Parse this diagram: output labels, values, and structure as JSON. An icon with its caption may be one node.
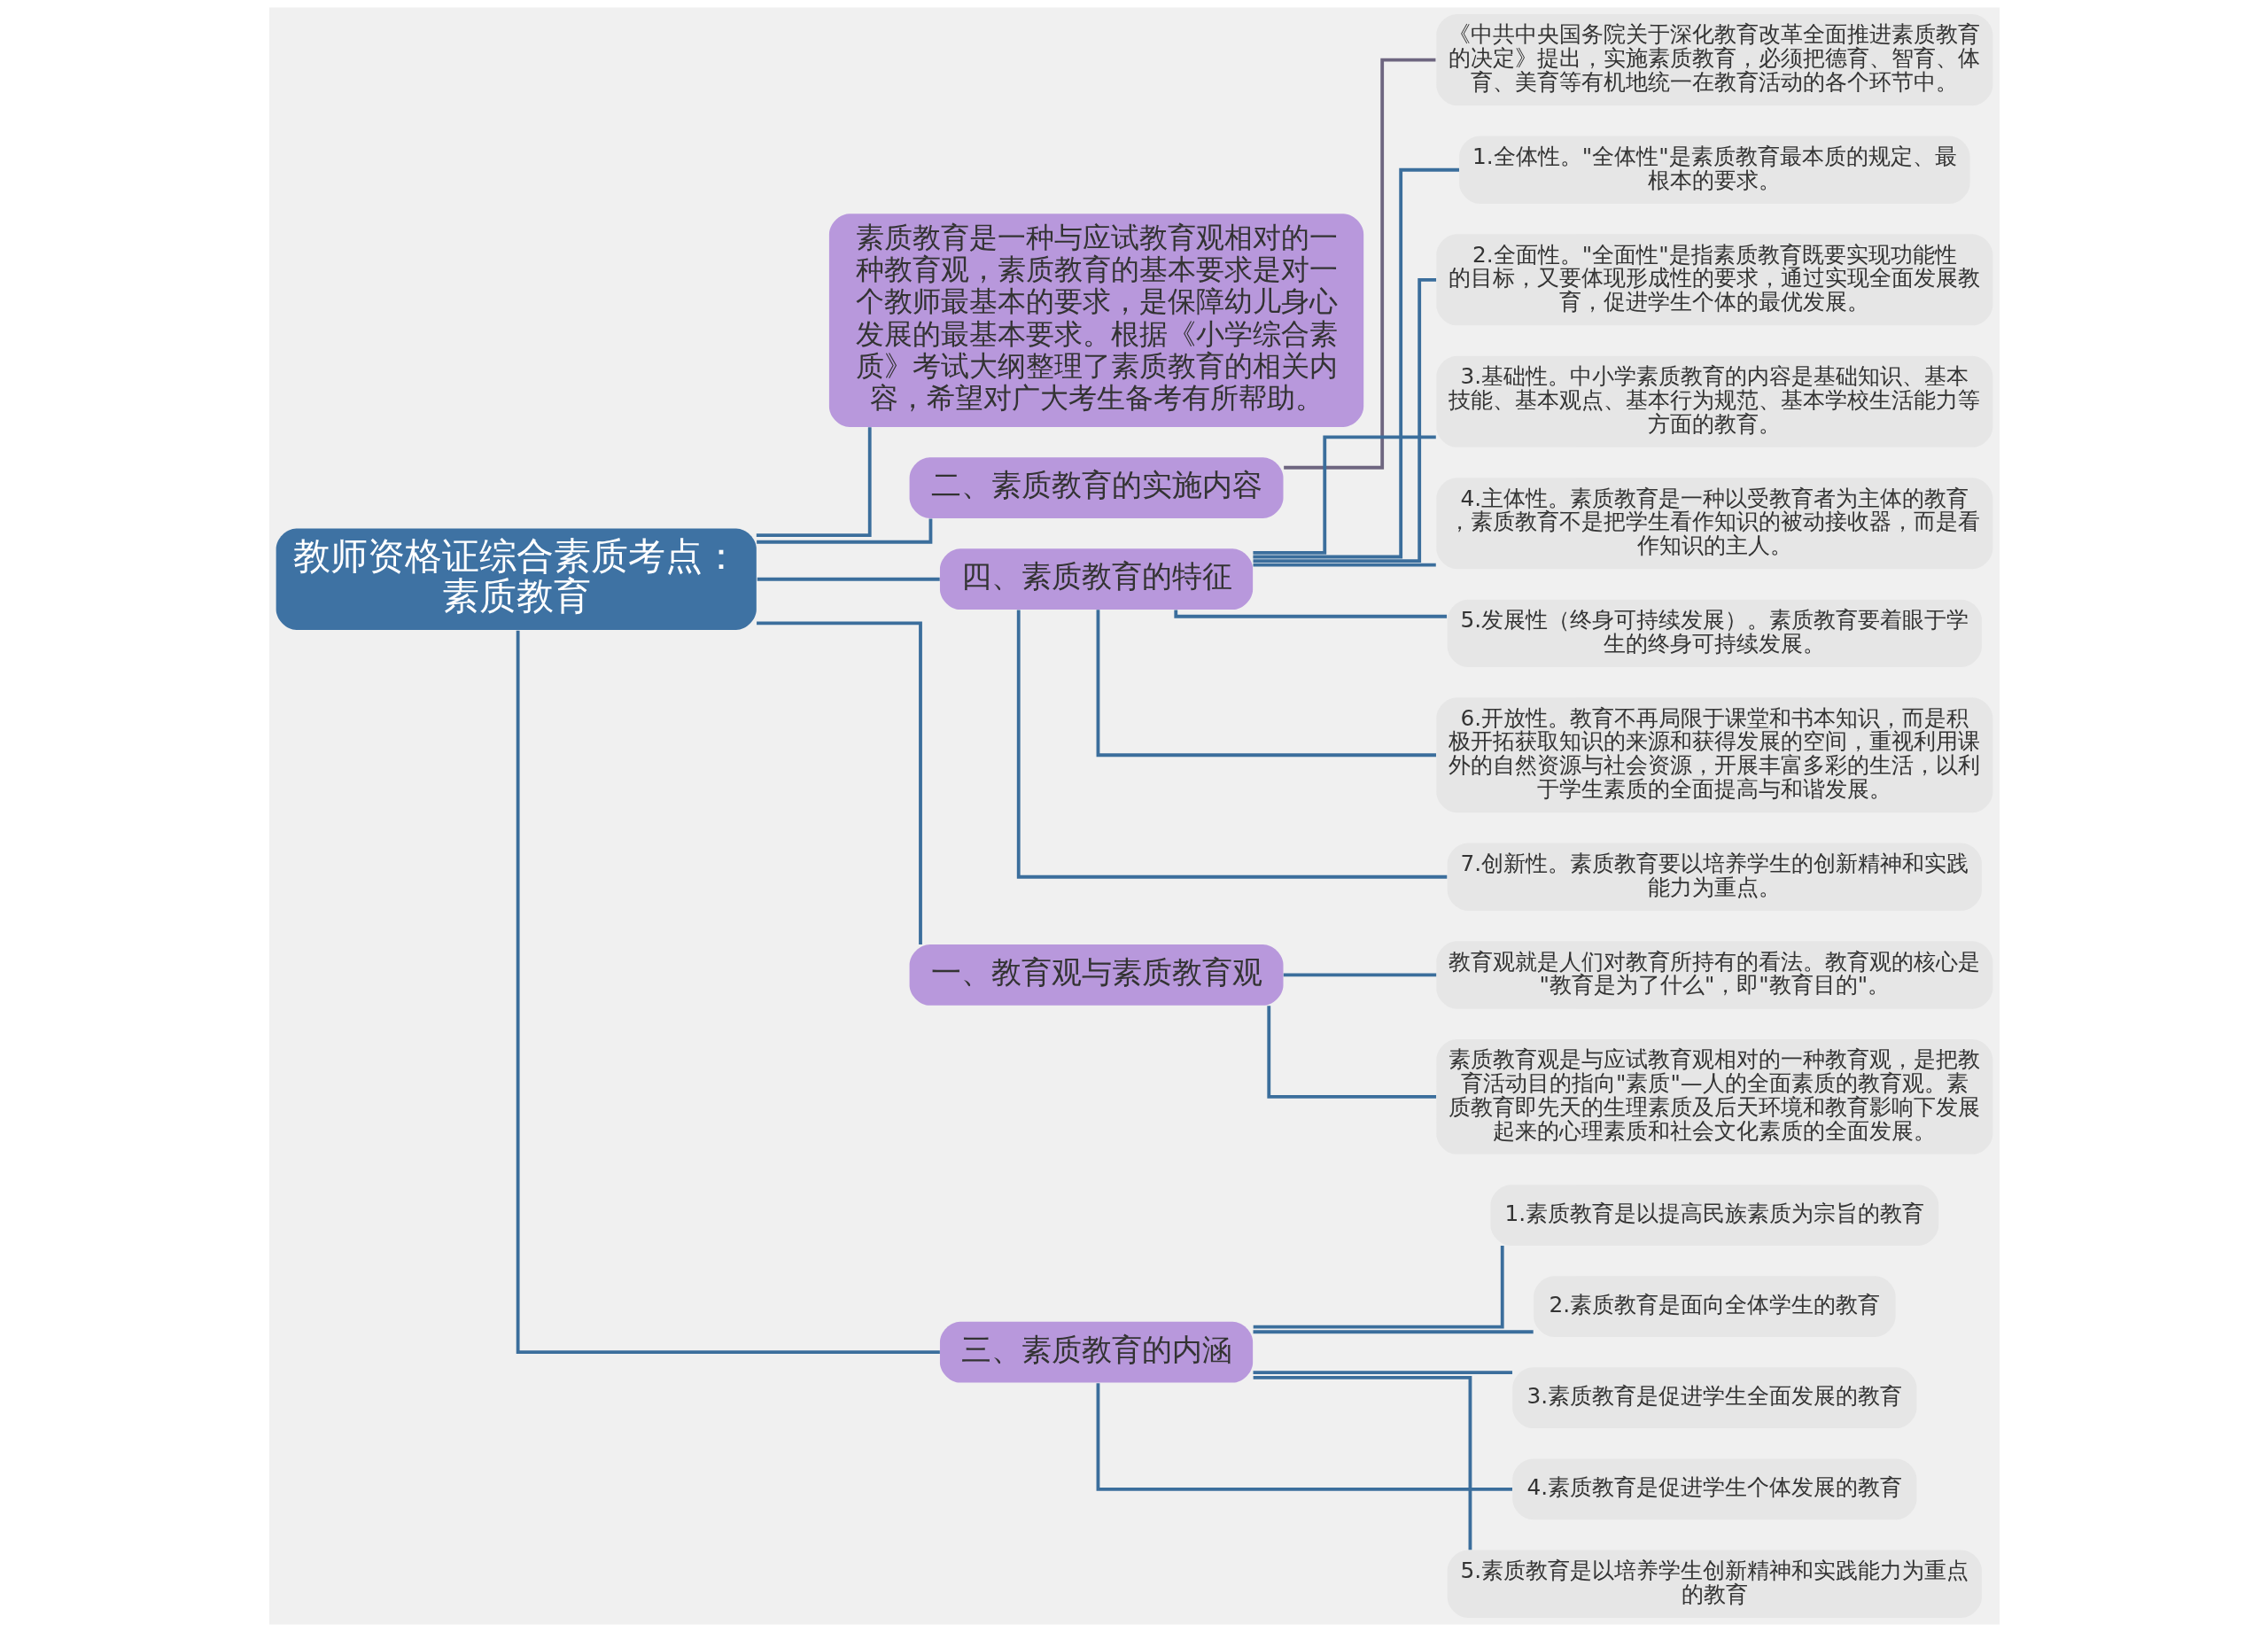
{
  "diagram": {
    "nodes": [
      {
        "text": [
          "教师资格证综合素质考点：素质教育"
        ]
      },
      {
        "text": [
          "素质教育是一种与应试教育观相对的一种教育观，素质教育的基本要求是对一个教师最基本的要求，是保障幼儿身心发展的最基本要求。根据《小学综合素质》考试大纲整理了素质教育的相关内容，希望对广大考生备考有所帮助。"
        ]
      },
      {
        "text": [
          "二、素质教育的实施内容"
        ]
      },
      {
        "text": [
          "《中共中央国务院关于深化教育改革全面推进素质教育的决定》提出，实施素质教育，必须把德育、智育、体育、美育等有机地统一在教育活动的各个环节中。"
        ]
      },
      {
        "text": [
          "四、素质教育的特征"
        ]
      },
      {
        "text": [
          "1.全体性。\"全体性\"是素质教育最本质的规定、最根本的要求。"
        ]
      },
      {
        "text": [
          "2.全面性。\"全面性\"是指素质教育既要实现功能性的目标，又要体现形成性的要求，通过实现全面发展教育，促进学生个体的最优发展。"
        ]
      },
      {
        "text": [
          "3.基础性。中小学素质教育的内容是基础知识、基本技能、基本观点、基本行为规范、基本学校生活能力等方面的教育。"
        ]
      },
      {
        "text": [
          "4.主体性。素质教育是一种以受教育者为主体的教育，素质教育不是把学生看作知识的被动接收器，而是看作知识的主人。"
        ]
      },
      {
        "text": [
          "5.发展性（终身可持续发展）。素质教育要着眼于学生的终身可持续发展。"
        ]
      },
      {
        "text": [
          "6.开放性。教育不再局限于课堂和书本知识，而是积极开拓获取知识的来源和获得发展的空间，重视利用课外的自然资源与社会资源，开展丰富多彩的生活，以利于学生素质的全面提高与和谐发展。"
        ]
      },
      {
        "text": [
          "7.创新性。素质教育要以培养学生的创新精神和实践能力为重点。"
        ]
      },
      {
        "text": [
          "一、教育观与素质教育观"
        ]
      },
      {
        "text": [
          "教育观就是人们对教育所持有的看法。教育观的核心是\"教育是为了什么\"，即\"教育目的\"。"
        ]
      },
      {
        "text": [
          "素质教育观是与应试教育观相对的一种教育观，是把教育活动目的指向\"素质\"—人的全面素质的教育观。素质教育即先天的生理素质及后天环境和教育影响下发展起来的心理素质和社会文化素质的全面发展。"
        ]
      },
      {
        "text": [
          "三、素质教育的内涵"
        ]
      },
      {
        "text": [
          "1.素质教育是以提高民族素质为宗旨的教育"
        ]
      },
      {
        "text": [
          "2.素质教育是面向全体学生的教育"
        ]
      },
      {
        "text": [
          "3.素质教育是促进学生全面发展的教育"
        ]
      },
      {
        "text": [
          "4.素质教育是促进学生个体发展的教育"
        ]
      },
      {
        "text": [
          "5.素质教育是以培养学生创新精神和实践能力为重点的教育"
        ]
      }
    ],
    "edges": [
      {
        "from": 0,
        "to": 1,
        "arrow": "none"
      },
      {
        "from": 0,
        "to": 2,
        "arrow": "none"
      },
      {
        "from": 2,
        "to": 3,
        "arrow": "none",
        "color": "#6e6680"
      },
      {
        "from": 0,
        "to": 4,
        "arrow": "none"
      },
      {
        "from": 4,
        "to": 5,
        "arrow": "none"
      },
      {
        "from": 4,
        "to": 6,
        "arrow": "none"
      },
      {
        "from": 4,
        "to": 7,
        "arrow": "none"
      },
      {
        "from": 4,
        "to": 8,
        "arrow": "none"
      },
      {
        "from": 4,
        "to": 9,
        "arrow": "none"
      },
      {
        "from": 4,
        "to": 10,
        "arrow": "none"
      },
      {
        "from": 4,
        "to": 11,
        "arrow": "none"
      },
      {
        "from": 0,
        "to": 12,
        "arrow": "none"
      },
      {
        "from": 12,
        "to": 13,
        "arrow": "none"
      },
      {
        "from": 12,
        "to": 14,
        "arrow": "none"
      },
      {
        "from": 0,
        "to": 15,
        "arrow": "none"
      },
      {
        "from": 15,
        "to": 16,
        "arrow": "none"
      },
      {
        "from": 15,
        "to": 17,
        "arrow": "none"
      },
      {
        "from": 15,
        "to": 18,
        "arrow": "none"
      },
      {
        "from": 15,
        "to": 19,
        "arrow": "none"
      },
      {
        "from": 15,
        "to": 20,
        "arrow": "none"
      }
    ]
  }
}
